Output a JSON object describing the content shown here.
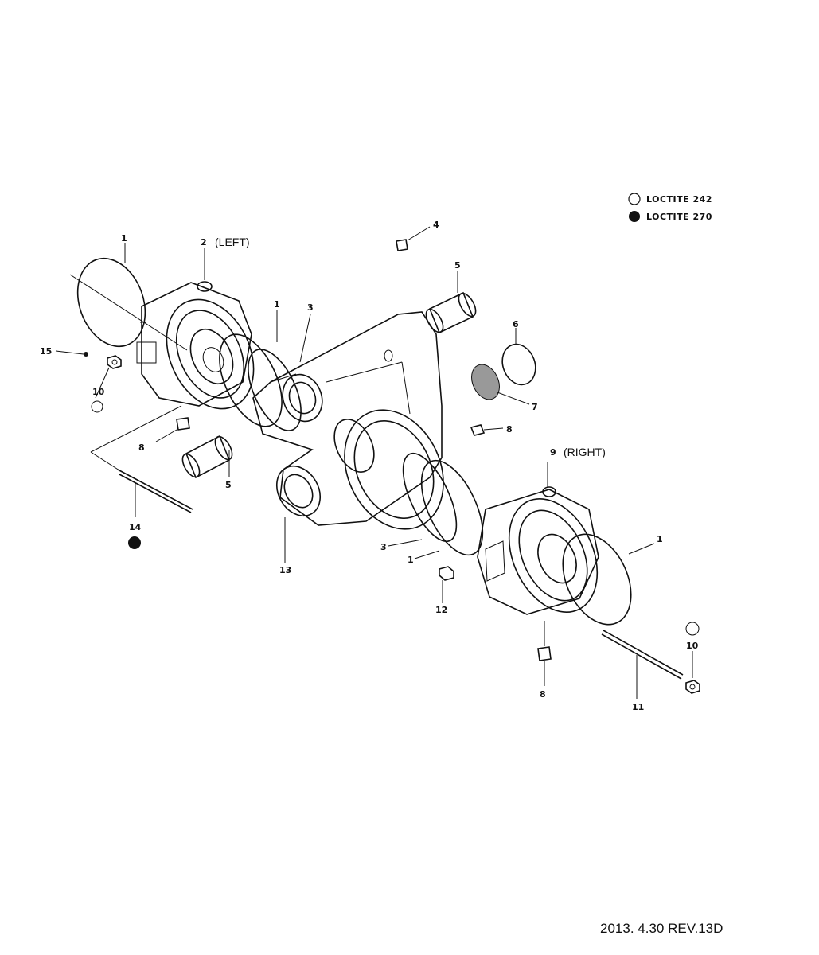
{
  "legend": {
    "loctite_242": "LOCTITE 242",
    "loctite_270": "LOCTITE 270"
  },
  "callouts": {
    "c1a": "1",
    "c2": "2",
    "c1b": "1",
    "c3a": "3",
    "c4": "4",
    "c5a": "5",
    "c6": "6",
    "c7": "7",
    "c8a": "8",
    "c15": "15",
    "c10a": "10",
    "c8b": "8",
    "c5b": "5",
    "c14": "14",
    "c13": "13",
    "c3b": "3",
    "c1c": "1",
    "c9": "9",
    "c1d": "1",
    "c12": "12",
    "c8c": "8",
    "c11": "11",
    "c10b": "10"
  },
  "side_labels": {
    "left": "(LEFT)",
    "right": "(RIGHT)"
  },
  "revision": "2013. 4.30 REV.13D"
}
